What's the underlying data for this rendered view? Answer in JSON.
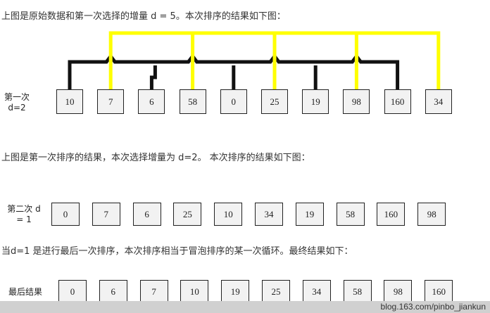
{
  "intro": "上图是原始数据和第一次选择的增量 d = 5。本次排序的结果如下图：",
  "row1": {
    "label1": "第一次",
    "label2": "d=2",
    "values": [
      "10",
      "7",
      "6",
      "58",
      "0",
      "25",
      "19",
      "98",
      "160",
      "34"
    ]
  },
  "text2": "上图是第一次排序的结果，本次选择增量为 d=2。 本次排序的结果如下图：",
  "row2": {
    "label1": "第二次 d",
    "label2": "= 1",
    "values": [
      "0",
      "7",
      "6",
      "25",
      "10",
      "34",
      "19",
      "58",
      "160",
      "98"
    ]
  },
  "text3": "当d=1 是进行最后一次排序，本次排序相当于冒泡排序的某一次循环。最终结果如下：",
  "row3": {
    "label1": "最后结果",
    "values": [
      "0",
      "6",
      "7",
      "10",
      "19",
      "25",
      "34",
      "58",
      "98",
      "160"
    ]
  },
  "footer": "blog.163.com/pinbo_jiankun",
  "colors": {
    "yellow": "#ffff00",
    "black": "#111111"
  }
}
